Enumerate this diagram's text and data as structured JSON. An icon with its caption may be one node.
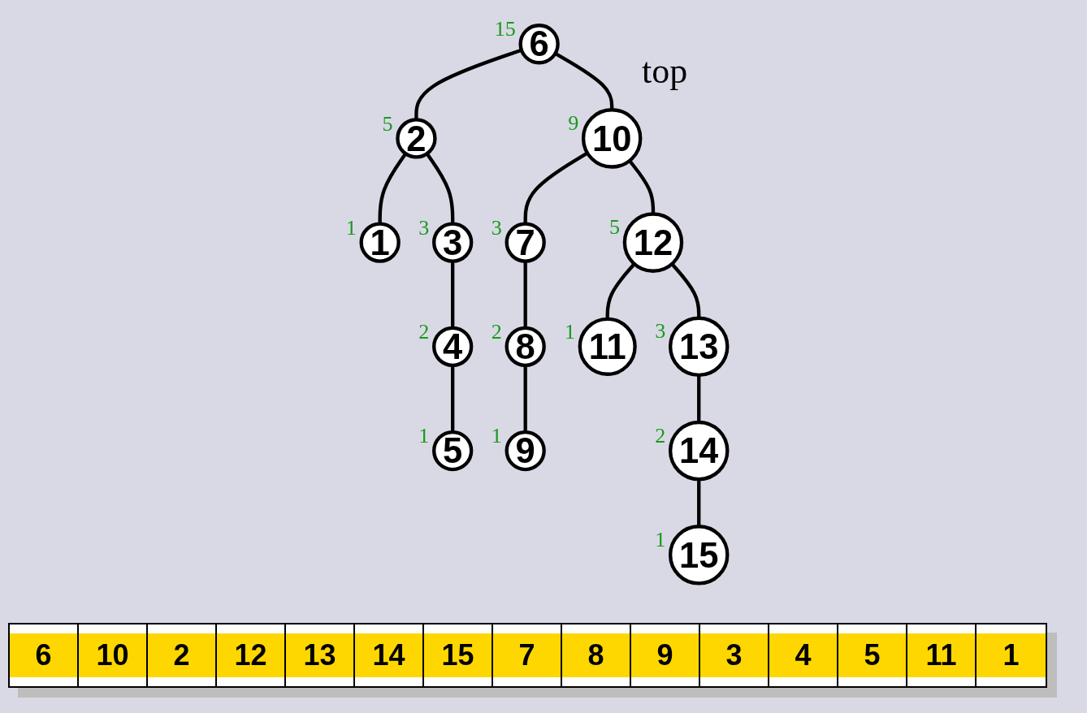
{
  "diagram": {
    "nodes": [
      {
        "text": [
          "6"
        ],
        "beside": [
          "15"
        ]
      },
      {
        "text": [
          "2"
        ],
        "beside": [
          "5"
        ]
      },
      {
        "text": [
          "10"
        ],
        "beside": [
          "9"
        ]
      },
      {
        "text": [
          "1"
        ],
        "beside": [
          "1"
        ]
      },
      {
        "text": [
          "3"
        ],
        "beside": [
          "3"
        ]
      },
      {
        "text": [
          "7"
        ],
        "beside": [
          "3"
        ]
      },
      {
        "text": [
          "12"
        ],
        "beside": [
          "5"
        ]
      },
      {
        "text": [
          "4"
        ],
        "beside": [
          "2"
        ]
      },
      {
        "text": [
          "8"
        ],
        "beside": [
          "2"
        ]
      },
      {
        "text": [
          "11"
        ],
        "beside": [
          "1"
        ]
      },
      {
        "text": [
          "13"
        ],
        "beside": [
          "3"
        ]
      },
      {
        "text": [
          "5"
        ],
        "beside": [
          "1"
        ]
      },
      {
        "text": [
          "9"
        ],
        "beside": [
          "1"
        ]
      },
      {
        "text": [
          "14"
        ],
        "beside": [
          "2"
        ]
      },
      {
        "text": [
          "15"
        ],
        "beside": [
          "1"
        ]
      }
    ],
    "edges": [
      {
        "from": 0,
        "to": 1,
        "arrow": "none"
      },
      {
        "from": 0,
        "to": 2,
        "arrow": "none"
      },
      {
        "from": 1,
        "to": 3,
        "arrow": "none"
      },
      {
        "from": 1,
        "to": 4,
        "arrow": "none"
      },
      {
        "from": 2,
        "to": 5,
        "arrow": "none"
      },
      {
        "from": 2,
        "to": 6,
        "arrow": "none"
      },
      {
        "from": 4,
        "to": 7,
        "arrow": "none"
      },
      {
        "from": 5,
        "to": 8,
        "arrow": "none"
      },
      {
        "from": 6,
        "to": 9,
        "arrow": "none"
      },
      {
        "from": 6,
        "to": 10,
        "arrow": "none"
      },
      {
        "from": 7,
        "to": 11,
        "arrow": "none"
      },
      {
        "from": 8,
        "to": 12,
        "arrow": "none"
      },
      {
        "from": 10,
        "to": 13,
        "arrow": "none"
      },
      {
        "from": 13,
        "to": 14,
        "arrow": "none"
      }
    ],
    "labels": [
      "top",
      "6",
      "10",
      "2",
      "12",
      "13",
      "14",
      "15",
      "7",
      "8",
      "9",
      "3",
      "4",
      "5",
      "11",
      "1"
    ]
  }
}
